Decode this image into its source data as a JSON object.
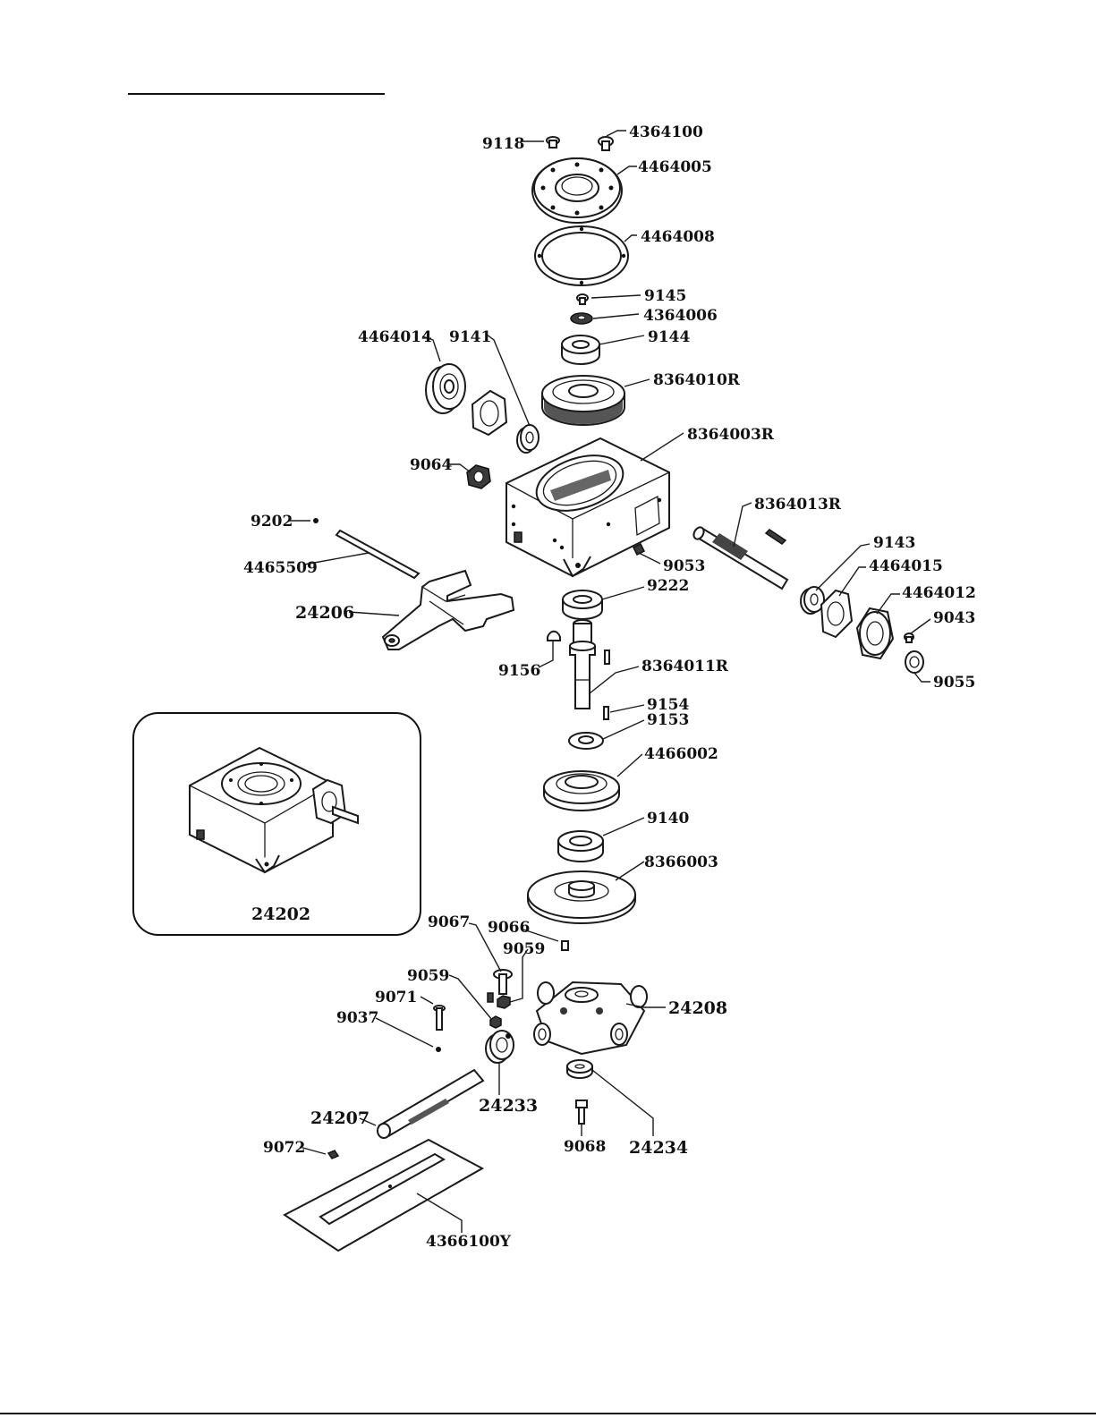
{
  "labels": {
    "p9118": "9118",
    "p4364100": "4364100",
    "p4464005": "4464005",
    "p4464008": "4464008",
    "p9145": "9145",
    "p4364006": "4364006",
    "p9144": "9144",
    "p8364010R": "8364010R",
    "p4464014": "4464014",
    "p9141": "9141",
    "p8364003R": "8364003R",
    "p9064": "9064",
    "p9202": "9202",
    "p4465509": "4465509",
    "p24206": "24206",
    "p8364013R": "8364013R",
    "p9053": "9053",
    "p9143": "9143",
    "p4464015": "4464015",
    "p4464012": "4464012",
    "p9043": "9043",
    "p9055": "9055",
    "p9222": "9222",
    "p9156": "9156",
    "p8364011R": "8364011R",
    "p9154": "9154",
    "p9153": "9153",
    "p4466002": "4466002",
    "p9140": "9140",
    "p8366003": "8366003",
    "p24202": "24202",
    "p9067": "9067",
    "p9066": "9066",
    "p9059a": "9059",
    "p9059b": "9059",
    "p9071": "9071",
    "p9037": "9037",
    "p24208": "24208",
    "p24233": "24233",
    "p24207": "24207",
    "p9068": "9068",
    "p24234": "24234",
    "p9072": "9072",
    "p4366100Y": "4366100Y"
  }
}
